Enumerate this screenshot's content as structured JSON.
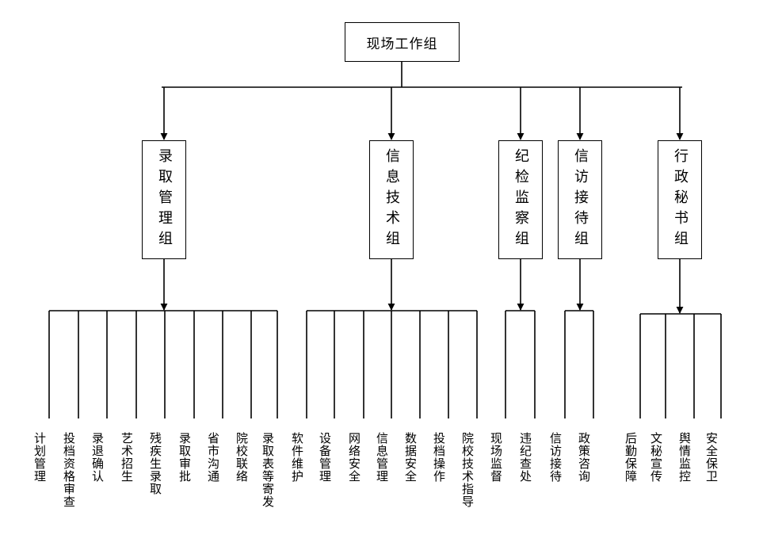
{
  "root": {
    "label": "现场工作组"
  },
  "groups": [
    {
      "label": "录取管理组",
      "duties": [
        "计划管理",
        "投档资格审查",
        "录退确认",
        "艺术招生",
        "残疾生录取",
        "录取审批",
        "省市沟通",
        "院校联络",
        "录取表等寄发"
      ]
    },
    {
      "label": "信息技术组",
      "duties": [
        "软件维护",
        "设备管理",
        "网络安全",
        "信息管理",
        "数据安全",
        "投档操作",
        "院校技术指导"
      ]
    },
    {
      "label": "纪检监察组",
      "duties": [
        "现场监督",
        "违纪查处"
      ]
    },
    {
      "label": "信访接待组",
      "duties": [
        "信访接待",
        "政策咨询"
      ]
    },
    {
      "label": "行政秘书组",
      "duties": [
        "后勤保障",
        "文秘宣传",
        "舆情监控",
        "安全保卫"
      ]
    }
  ]
}
